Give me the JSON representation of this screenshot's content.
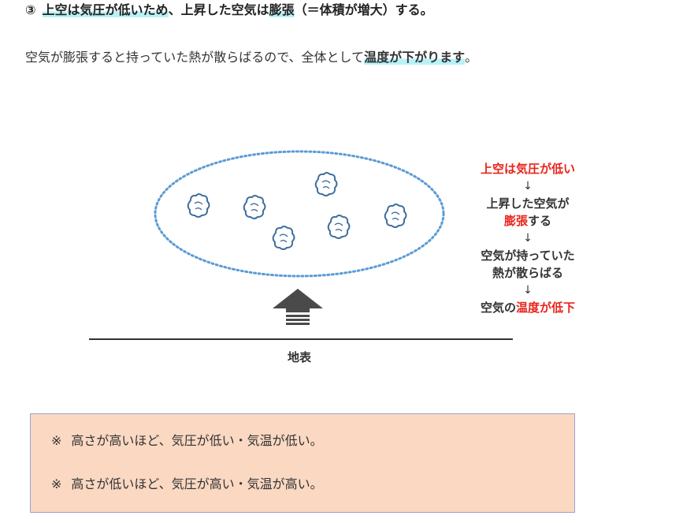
{
  "heading": {
    "number": "③",
    "part1": "上空は気圧が低いため",
    "part2": "、上昇した空気は",
    "part3": "膨張",
    "part4": "（＝体積が増大）する。"
  },
  "paragraph": {
    "text": "空気が膨張すると持っていた熱が散らばるので、全体として",
    "highlight_a": "温度が下",
    "highlight_b": "がります",
    "end": "。"
  },
  "diagram": {
    "ground_label": "地表",
    "flow": {
      "step1": "上空は気圧が低い",
      "arrow": "↓",
      "step2_line1": "上昇した空気が",
      "step2_red": "膨張",
      "step2_tail": "する",
      "step3_line1": "空気が持っていた",
      "step3_line2": "熱が散らばる",
      "step4_prefix": "空気の",
      "step4_red": "温度が低下"
    }
  },
  "notes": {
    "mark": "※",
    "note1": "高さが高いほど、気圧が低い・気温が低い。",
    "note2": "高さが低いほど、気圧が高い・気温が高い。"
  },
  "colors": {
    "highlight": "#b8f2f7",
    "red": "#e8231a",
    "dotted_blue": "#5b9bd5",
    "note_bg": "#fad8c2",
    "arrow_gray": "#4a4a4a"
  }
}
